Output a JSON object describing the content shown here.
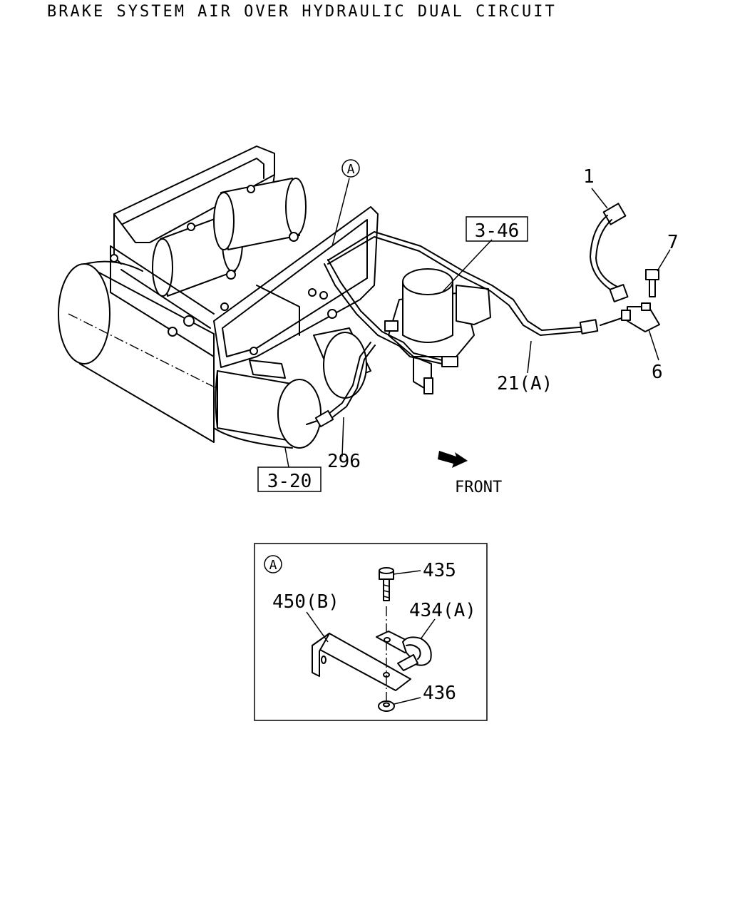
{
  "title": "BRAKE SYSTEM AIR OVER HYDRAULIC DUAL CIRCUIT",
  "main_view": {
    "detail_marker": "A",
    "labels": {
      "part_1": "1",
      "part_7": "7",
      "part_6": "6",
      "part_21a": "21(A)",
      "part_296": "296"
    },
    "refs": {
      "ref_3_46": "3-46",
      "ref_3_20": "3-20"
    },
    "front_label": "FRONT"
  },
  "detail_a": {
    "marker": "A",
    "labels": {
      "part_435": "435",
      "part_450b": "450(B)",
      "part_434a": "434(A)",
      "part_436": "436"
    }
  }
}
